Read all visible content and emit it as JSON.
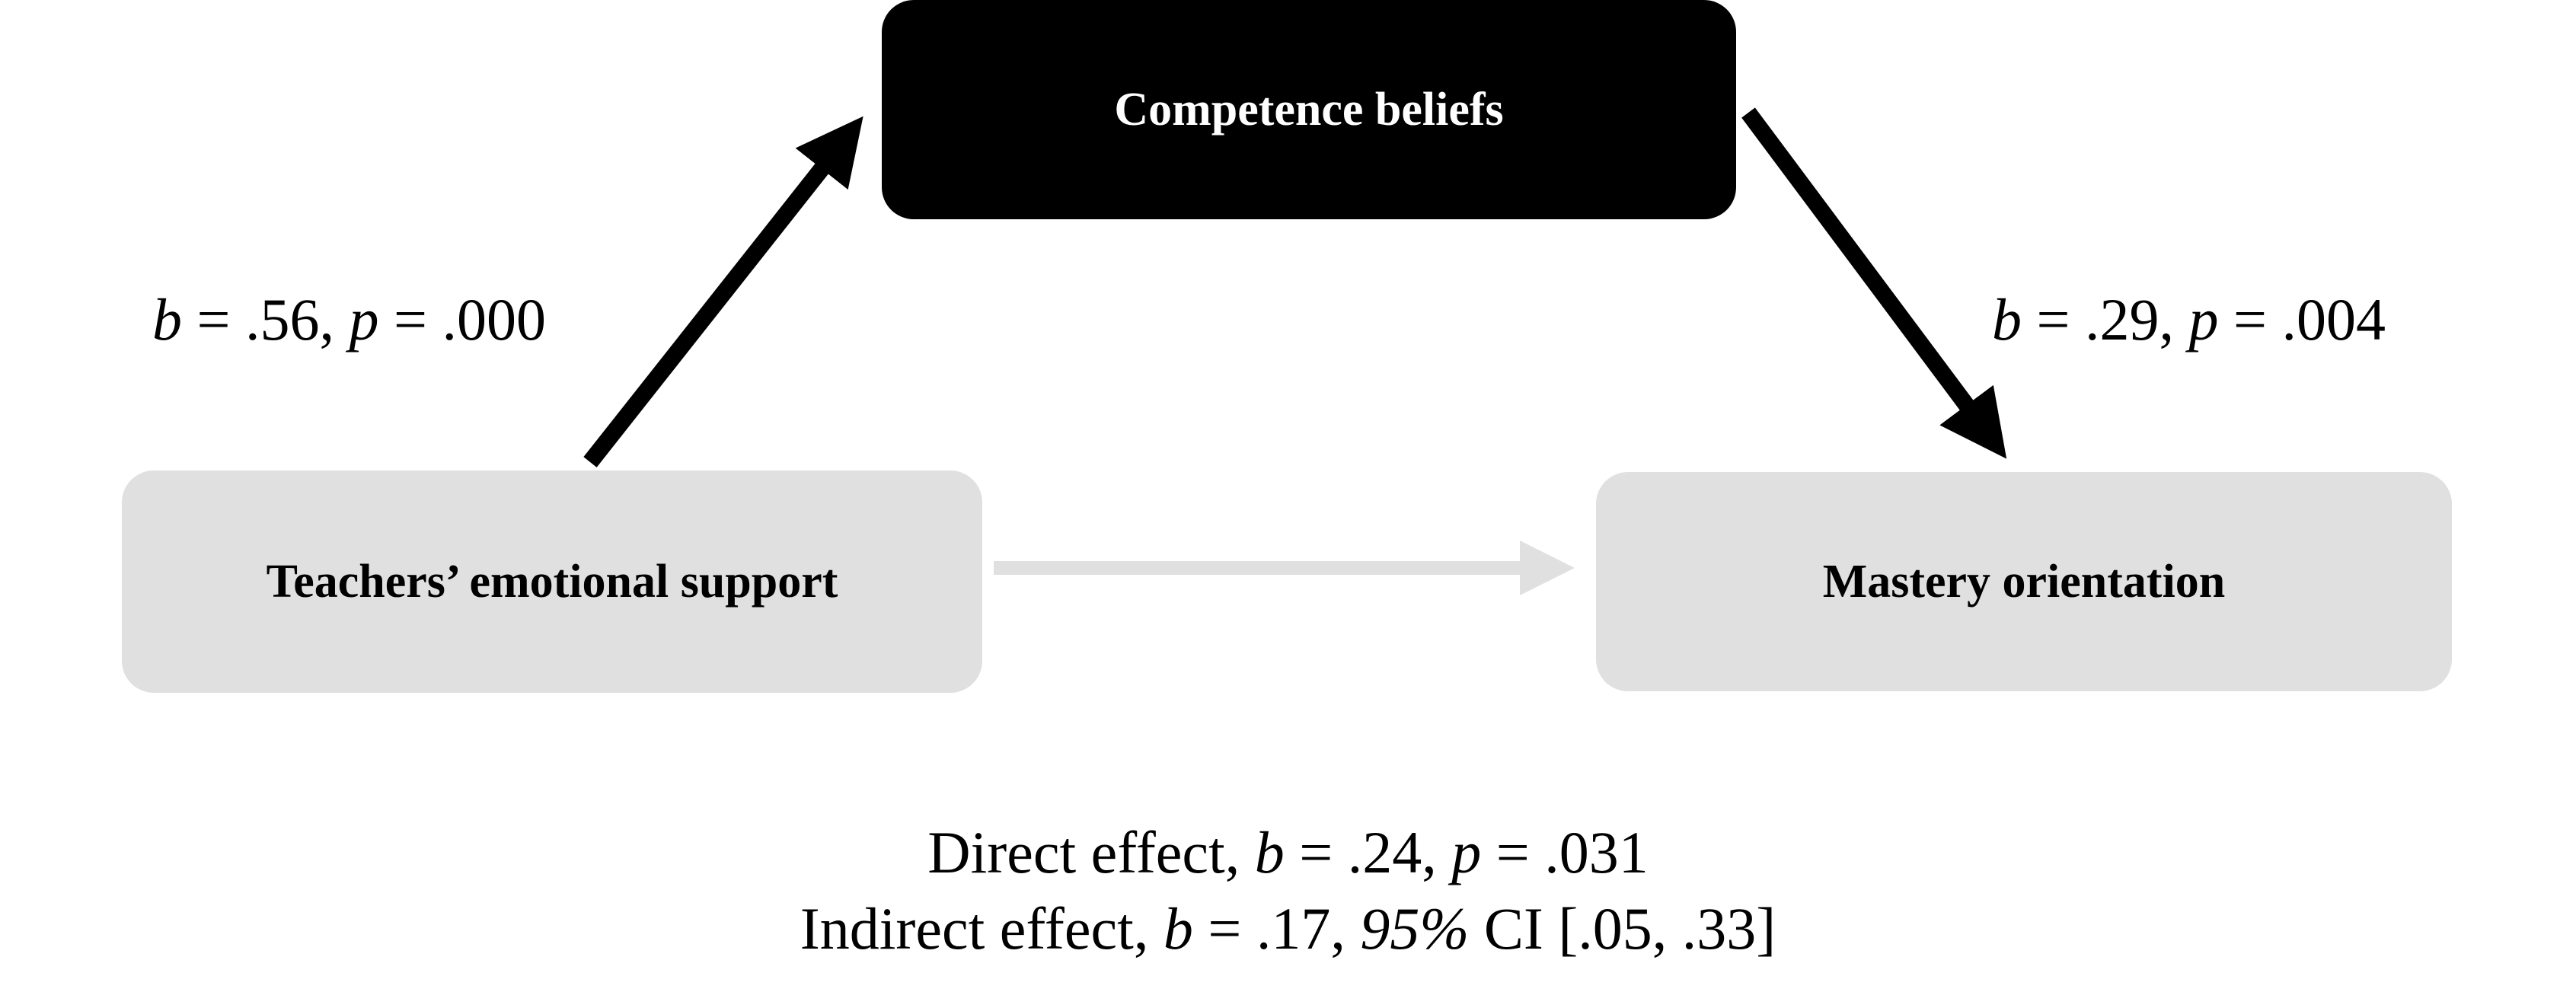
{
  "nodes": {
    "mediator": "Competence beliefs",
    "predictor": "Teachers’ emotional support",
    "outcome": "Mastery orientation"
  },
  "paths": {
    "a": {
      "b_sym": "b",
      "b_text": " = .56, ",
      "p_sym": "p",
      "p_text": " = .000"
    },
    "b": {
      "b_sym": "b",
      "b_text": " = .29, ",
      "p_sym": "p",
      "p_text": " = .004"
    }
  },
  "effects": {
    "direct": {
      "label": "Direct effect, ",
      "b_sym": "b",
      "b_text": " = .24, ",
      "p_sym": "p",
      "p_text": " = .031"
    },
    "indirect": {
      "label": "Indirect effect, ",
      "b_sym": "b",
      "b_text": " = .17, ",
      "ci_level": "95%",
      "ci_text": " CI [.05, .33]"
    }
  },
  "colors": {
    "mediator_fill": "#000000",
    "mediator_text": "#ffffff",
    "box_fill": "#e0e0e0",
    "strong_arrow": "#000000",
    "direct_arrow": "#e0e0e0"
  }
}
